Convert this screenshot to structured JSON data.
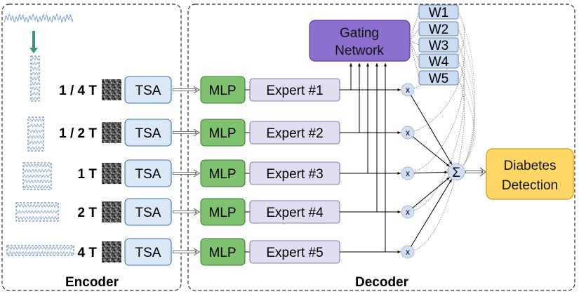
{
  "encoder": {
    "label": "Encoder",
    "scales": [
      "1 / 4 T",
      "1 / 2 T",
      "1 T",
      "2 T",
      "4 T"
    ],
    "tsa_label": "TSA"
  },
  "decoder": {
    "label": "Decoder",
    "mlp_label": "MLP",
    "experts": [
      "Expert #1",
      "Expert #2",
      "Expert #3",
      "Expert #4",
      "Expert #5"
    ],
    "gating_line1": "Gating",
    "gating_line2": "Network",
    "weights": [
      "W1",
      "W2",
      "W3",
      "W4",
      "W5"
    ],
    "multiply_symbol": "x",
    "sum_symbol": "Σ",
    "output_line1": "Diabetes",
    "output_line2": "Detection"
  },
  "colors": {
    "tsa_fill": "#dae8f8",
    "tsa_stroke": "#3e6fa8",
    "mlp_fill": "#7ec26f",
    "mlp_stroke": "#3f7a36",
    "expert_fill": "#e2dcf0",
    "expert_stroke": "#8a7fb2",
    "gating_fill": "#8c6fcf",
    "gating_stroke": "#5b3f9c",
    "weight_fill": "#c9dcf2",
    "output_fill": "#ffd766",
    "output_stroke": "#c79a16",
    "mult_fill": "#cfe0f4",
    "signal_color": "#7a9fd2"
  }
}
